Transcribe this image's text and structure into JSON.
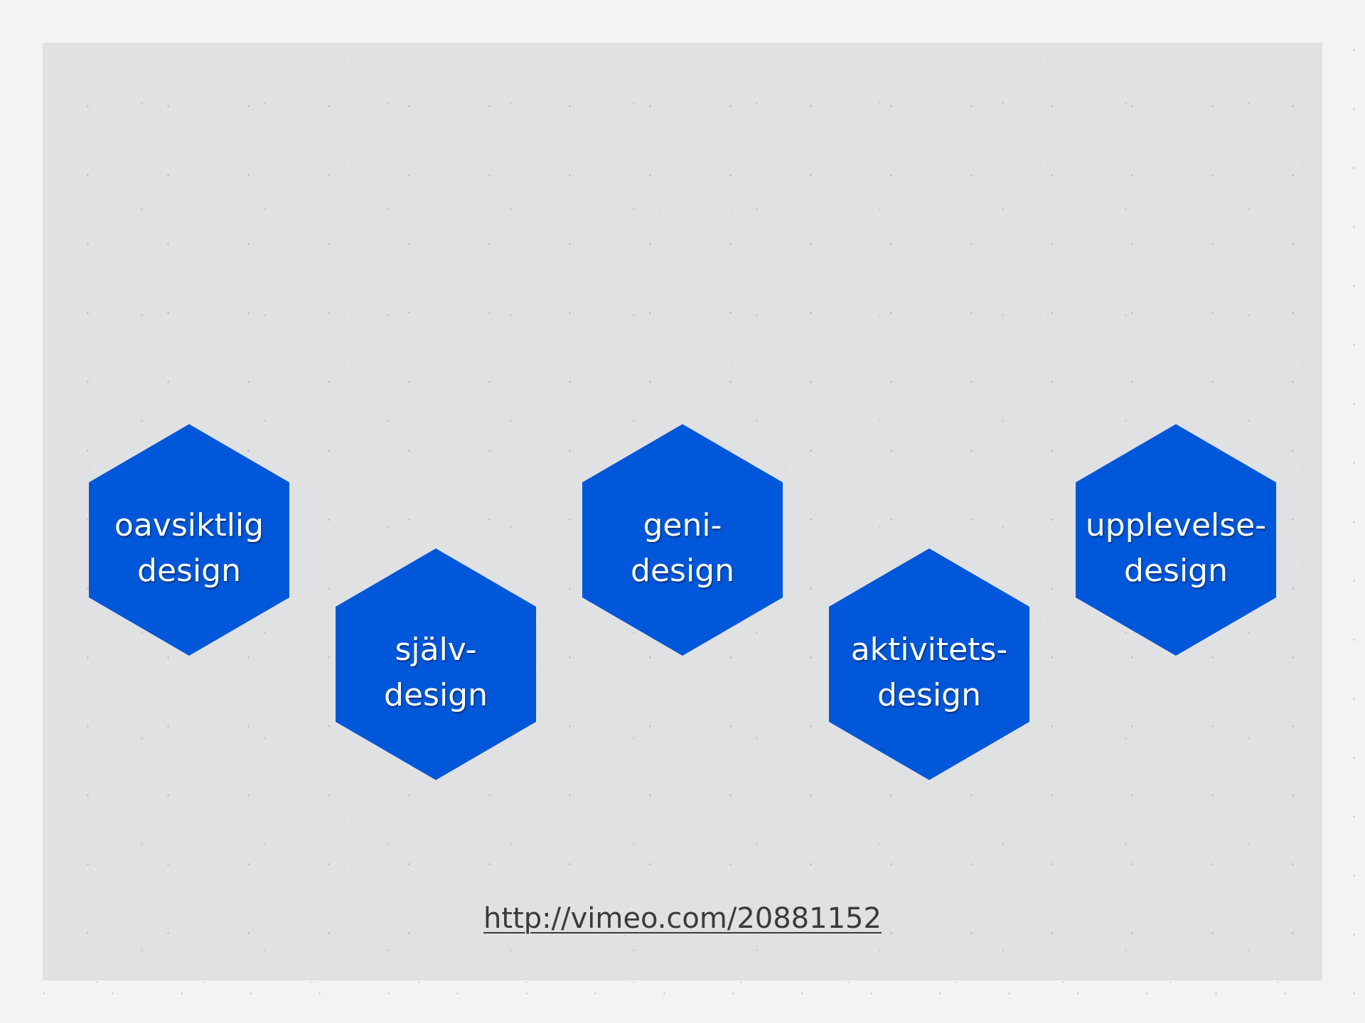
{
  "diagram": {
    "hexagons": [
      {
        "id": "oavsiktlig",
        "lines": [
          "oavsiktlig",
          "design"
        ]
      },
      {
        "id": "sjalv",
        "lines": [
          "själv-",
          "design"
        ]
      },
      {
        "id": "geni",
        "lines": [
          "geni-",
          "design"
        ]
      },
      {
        "id": "aktivitets",
        "lines": [
          "aktivitets-",
          "design"
        ]
      },
      {
        "id": "upplevelse",
        "lines": [
          "upplevelse-",
          "design"
        ]
      }
    ],
    "hex_color": "#0057d9",
    "label_color": "#ffffff"
  },
  "footer": {
    "link_text": "http://vimeo.com/20881152"
  }
}
